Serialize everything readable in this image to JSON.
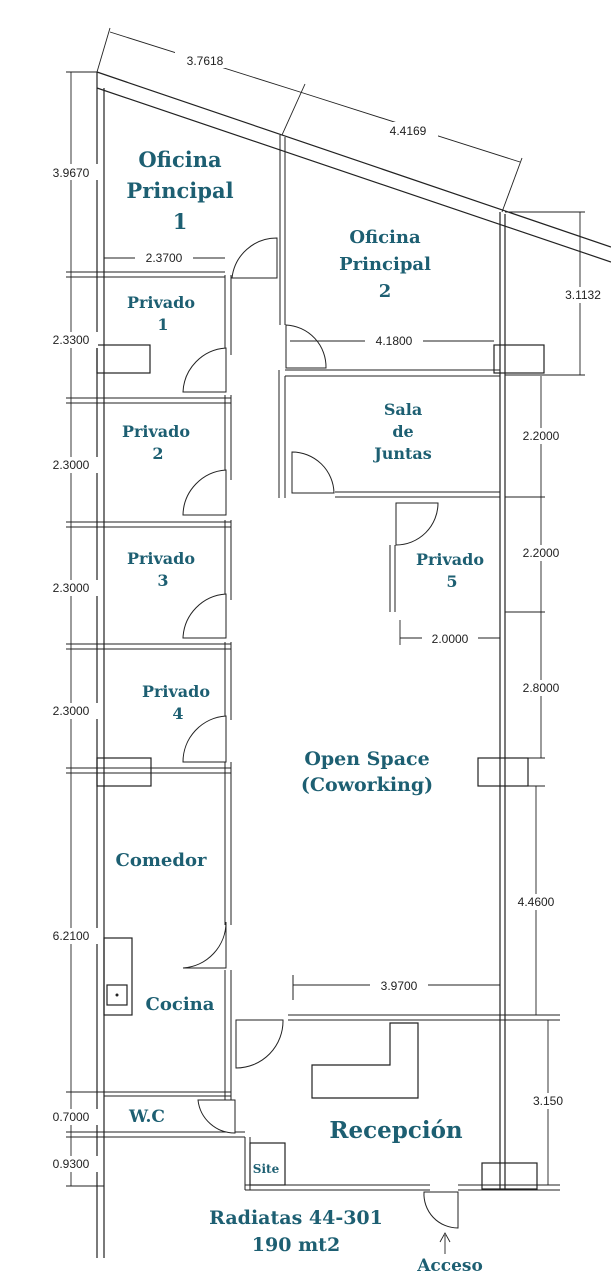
{
  "colors": {
    "room_label": "#1d5f72",
    "lines": "#222222",
    "background": "#ffffff"
  },
  "rooms": {
    "oficina1": {
      "line1": "Oficina",
      "line2": "Principal",
      "line3": "1"
    },
    "oficina2": {
      "line1": "Oficina",
      "line2": "Principal",
      "line3": "2"
    },
    "privado1": {
      "line1": "Privado",
      "line2": "1"
    },
    "privado2": {
      "line1": "Privado",
      "line2": "2"
    },
    "privado3": {
      "line1": "Privado",
      "line2": "3"
    },
    "privado4": {
      "line1": "Privado",
      "line2": "4"
    },
    "privado5": {
      "line1": "Privado",
      "line2": "5"
    },
    "sala": {
      "line1": "Sala",
      "line2": "de",
      "line3": "Juntas"
    },
    "openspace": {
      "line1": "Open Space",
      "line2": "(Coworking)"
    },
    "comedor": {
      "label": "Comedor"
    },
    "cocina": {
      "label": "Cocina"
    },
    "wc": {
      "label": "W.C"
    },
    "recepcion": {
      "label": "Recepción"
    },
    "site": {
      "label": "Site"
    },
    "acceso": {
      "label": "Acceso"
    }
  },
  "footer": {
    "line1": "Radiatas 44-301",
    "line2": "190 mt2"
  },
  "dimensions": {
    "top_left": "3.7618",
    "top_right": "4.4169",
    "left_oficina": "3.9670",
    "right_oficina2": "3.1132",
    "privado1_width": "2.3700",
    "oficina2_width": "4.1800",
    "privado1_height": "2.3300",
    "privado2_height": "2.3000",
    "privado3_height": "2.3000",
    "privado4_height": "2.3000",
    "sala_height": "2.2000",
    "privado5_height": "2.2000",
    "privado5_width": "2.0000",
    "right_open1": "2.8000",
    "right_open2": "4.4600",
    "comedor_height": "6.2100",
    "recepcion_width": "3.9700",
    "recepcion_height": "3.150",
    "wc_height": "0.7000",
    "lower_height": "0.9300"
  }
}
